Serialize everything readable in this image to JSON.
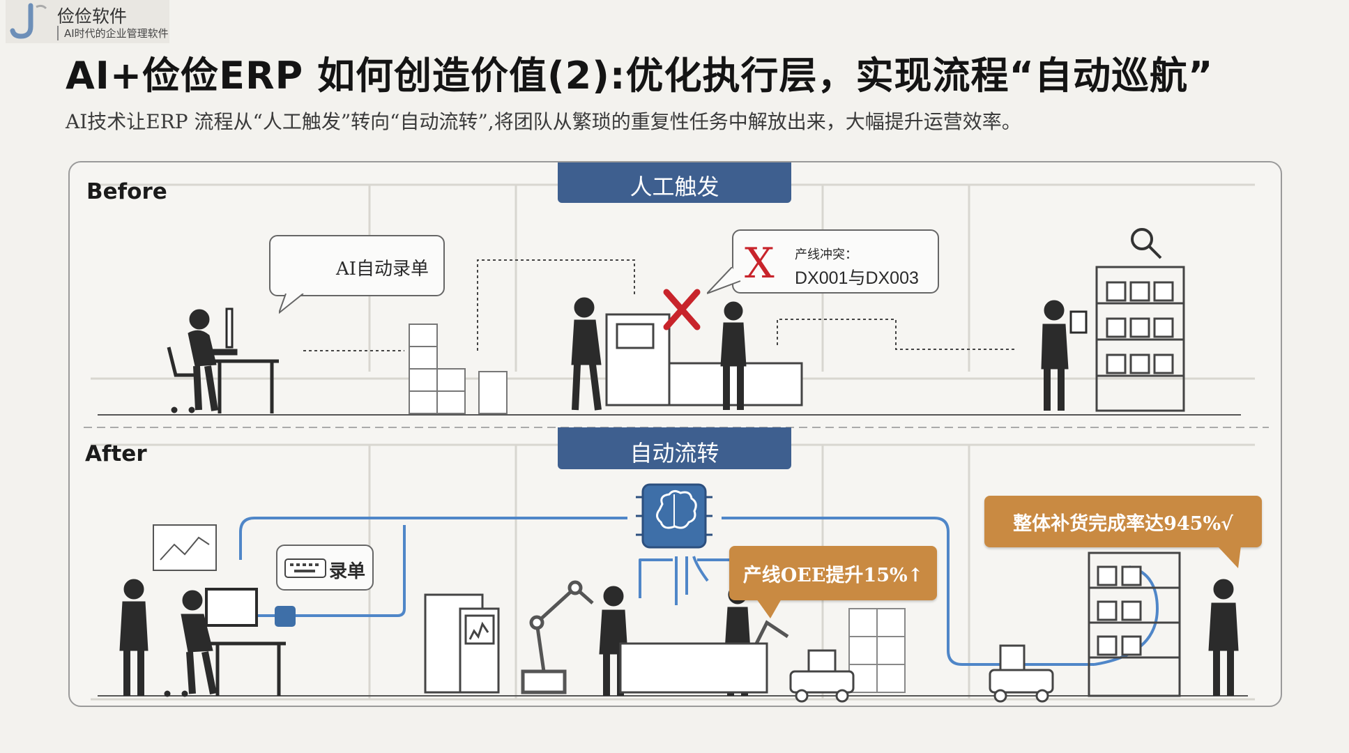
{
  "logo": {
    "name": "俭俭软件",
    "tagline": "AI时代的企业管理软件"
  },
  "title": "AI+俭俭ERP 如何创造价值(2):优化执行层，实现流程“自动巡航”",
  "subtitle": "AI技术让ERP 流程从“人工触发”转向“自动流转”,将团队从繁琐的重复性任务中解放出来，大幅提升运营效率。",
  "before": {
    "label": "Before",
    "banner": "人工触发",
    "bubble_entry": "AI自动录单",
    "conflict_mark": "X",
    "conflict_title": "产线冲突：",
    "conflict_detail": "DX001与DX003"
  },
  "after": {
    "label": "After",
    "banner": "自动流转",
    "bubble_entry": "录单",
    "callout_oee": "产线OEE提升15%↑",
    "callout_fill_rate": "整体补货完成率达945%√"
  },
  "colors": {
    "banner": "#3e5f8f",
    "callout": "#c98a42",
    "flow_line": "#4f86c8",
    "error_red": "#c8242b"
  }
}
